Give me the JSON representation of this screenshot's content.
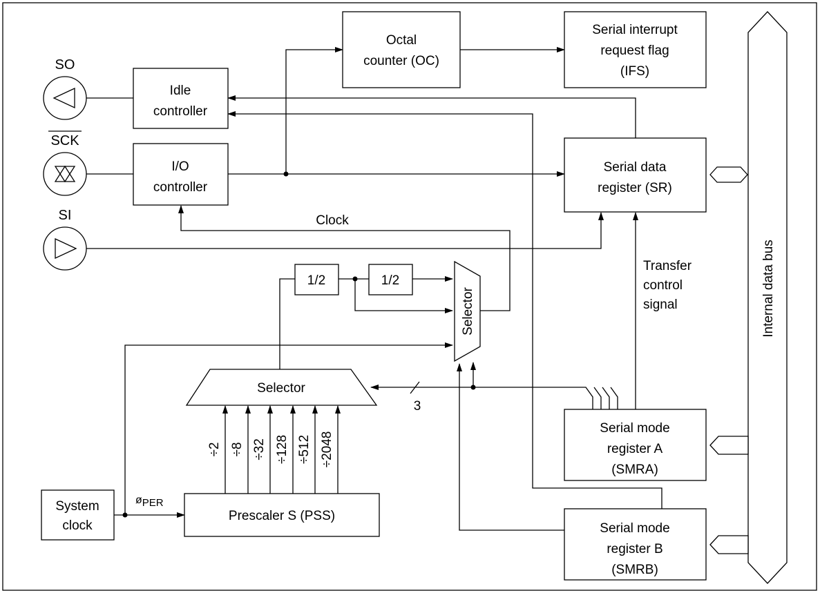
{
  "pins": {
    "so": "SO",
    "sck": "SCK",
    "si": "SI"
  },
  "blocks": {
    "octal_counter": [
      "Octal",
      "counter (OC)"
    ],
    "serial_interrupt_flag": [
      "Serial interrupt",
      "request flag",
      "(IFS)"
    ],
    "idle_controller": [
      "Idle",
      "controller"
    ],
    "io_controller": [
      "I/O",
      "controller"
    ],
    "serial_data_register": [
      "Serial data",
      "register (SR)"
    ],
    "half_divider": "1/2",
    "clock_selector": "Selector",
    "prescaler_selector": "Selector",
    "serial_mode_register_a": [
      "Serial mode",
      "register A",
      "(SMRA)"
    ],
    "serial_mode_register_b": [
      "Serial mode",
      "register B",
      "(SMRB)"
    ],
    "system_clock": [
      "System",
      "clock"
    ],
    "prescaler": "Prescaler S (PSS)",
    "internal_data_bus": "Internal data bus"
  },
  "labels": {
    "clock": "Clock",
    "transfer_control": [
      "Transfer",
      "control",
      "signal"
    ],
    "bus_width": "3",
    "phi_per_symbol": "ø",
    "phi_per_subscript": "PER"
  },
  "divider_taps": [
    "÷2",
    "÷8",
    "÷32",
    "÷128",
    "÷512",
    "÷2048"
  ]
}
